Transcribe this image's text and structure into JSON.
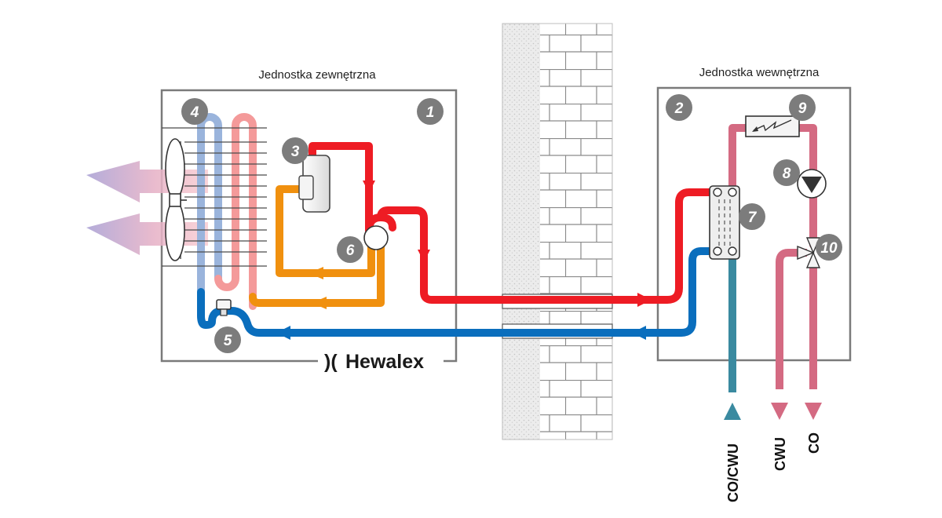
{
  "outdoor_unit": {
    "title": "Jednostka zewnętrzna",
    "number": "1"
  },
  "indoor_unit": {
    "title": "Jednostka wewnętrzna",
    "number": "2"
  },
  "components": [
    {
      "number": "3"
    },
    {
      "number": "4"
    },
    {
      "number": "5"
    },
    {
      "number": "6"
    },
    {
      "number": "7"
    },
    {
      "number": "8"
    },
    {
      "number": "9"
    },
    {
      "number": "10"
    }
  ],
  "ports": [
    {
      "label": "CO/CWU"
    },
    {
      "label": "CWU"
    },
    {
      "label": "CO"
    }
  ],
  "brand": {
    "name": "Hewalex",
    "symbol": ")("
  },
  "colors": {
    "hot_refrigerant": "#ee1c24",
    "cold_refrigerant": "#0a6ebd",
    "liquid_refrigerant": "#f0900f",
    "heating_water": "#d46a82",
    "return_water": "#3a8aa0",
    "coil_warm": "#f49a9a",
    "coil_cool": "#9ab4dc",
    "badge": "#7c7c7c"
  },
  "icons": [
    "fan-icon",
    "compressor-icon",
    "four-way-valve-icon",
    "expansion-valve-icon",
    "plate-heat-exchanger-icon",
    "circulation-pump-icon",
    "electric-heater-icon",
    "three-way-valve-icon"
  ]
}
